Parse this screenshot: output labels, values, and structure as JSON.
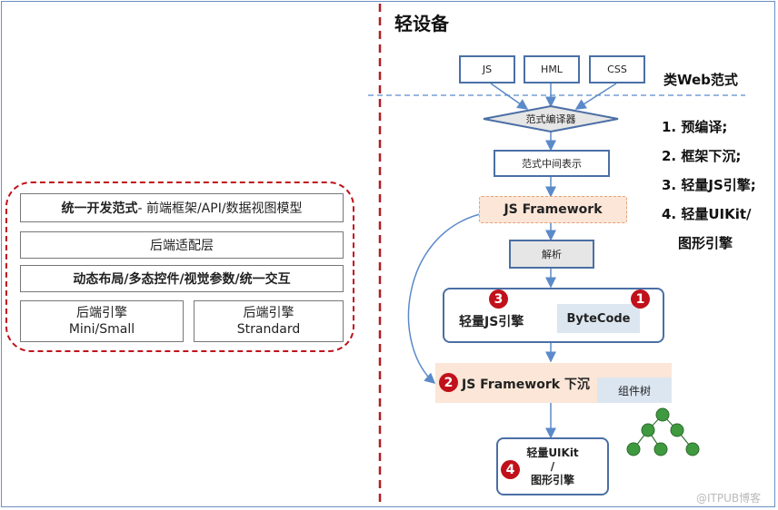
{
  "left_stack": {
    "row1_bold": "统一开发范式",
    "row1_rest": " - 前端框架/API/数据视图模型",
    "row2": "后端适配层",
    "row3": "动态布局/多态控件/视觉参数/统一交互",
    "engine_mini_title": "后端引擎",
    "engine_mini_sub": "Mini/Small",
    "engine_std_title": "后端引擎",
    "engine_std_sub": "Strandard"
  },
  "right": {
    "title": "轻设备",
    "sources": [
      "JS",
      "HML",
      "CSS"
    ],
    "web_paradigm_label": "类Web范式",
    "compiler": "范式编译器",
    "ir": "范式中间表示",
    "js_framework": "JS Framework",
    "parse": "解析",
    "lite_js_engine": "轻量JS引擎",
    "bytecode": "ByteCode",
    "framework_sink": "JS Framework 下沉",
    "component_tree": "组件树",
    "uikit_line1": "轻量UIKit",
    "uikit_line2": "/",
    "uikit_line3": "图形引擎",
    "badges": [
      "1",
      "2",
      "3",
      "4"
    ],
    "list": [
      "1. 预编译;",
      "2. 框架下沉;",
      "3. 轻量JS引擎;",
      "4. 轻量UIKit/",
      "图形引擎"
    ]
  },
  "watermark": "@ITPUB博客",
  "colors": {
    "divider": "#b01e23",
    "box_border": "#4a6fa5",
    "arrow": "#5b8ac9",
    "badge": "#c0111b",
    "tree_node": "#3f9a3f",
    "highlight": "#fbe6d7"
  }
}
